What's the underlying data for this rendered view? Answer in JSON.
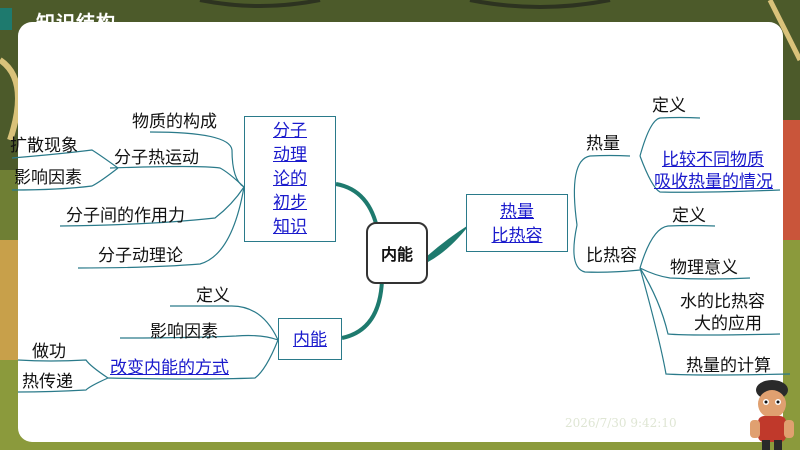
{
  "header": {
    "title": "知识结构"
  },
  "center": {
    "label": "内能"
  },
  "theory": {
    "box_lines": [
      "分子",
      "动理",
      "论的",
      "初步",
      "知识"
    ],
    "branches": {
      "structure": "物质的构成",
      "thermal_motion": "分子热运动",
      "diffusion": "扩散现象",
      "factors": "影响因素",
      "force": "分子间的作用力",
      "kinetic": "分子动理论"
    }
  },
  "internal_energy": {
    "box": "内能",
    "branches": {
      "definition": "定义",
      "factors": "影响因素",
      "change_methods": "改变内能的方式",
      "work": "做功",
      "heat_transfer": "热传递"
    }
  },
  "heat": {
    "box_lines": [
      "热量",
      "比热容"
    ],
    "quantity": "热量",
    "quantity_definition": "定义",
    "compare_lines": [
      "比较不同物质",
      "吸收热量的情况"
    ],
    "specific_heat": "比热容",
    "sh_definition": "定义",
    "physical_meaning": "物理意义",
    "water_lines": [
      "水的比热容",
      "大的应用"
    ],
    "calculation": "热量的计算"
  },
  "timestamp": "2026/7/30 9:42:10",
  "colors": {
    "accent": "#1e7a6e",
    "link": "#1a1acc",
    "line": "#2a7a8a"
  }
}
